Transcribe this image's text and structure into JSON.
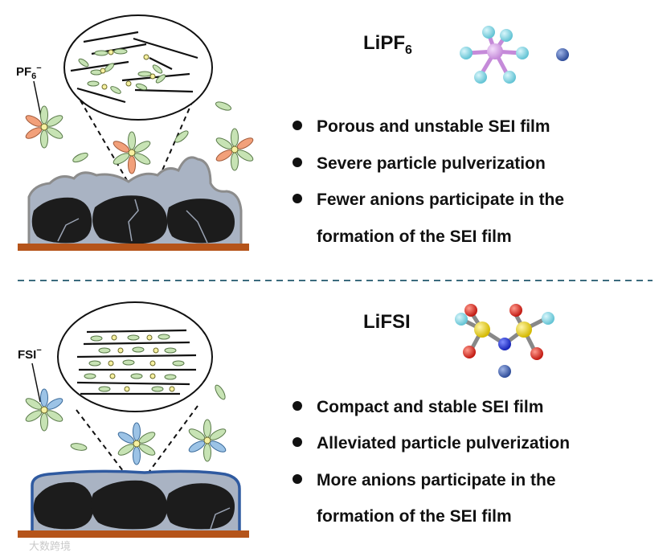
{
  "top": {
    "salt_label": "LiPF",
    "salt_subscript": "6",
    "anion_label": "PF",
    "anion_subscript": "6",
    "anion_superscript": "−",
    "bullets": [
      "Porous and unstable SEI film",
      "Severe particle pulverization",
      "Fewer anions participate in the",
      "formation of the SEI film"
    ],
    "colors": {
      "sei": "#a9b3c3",
      "sei_edge": "#8c8c8c",
      "anion_arm": "#f2a07a",
      "molecule_center": "#d7a4e6",
      "molecule_f": "#7fd8e6"
    }
  },
  "bottom": {
    "salt_label": "LiFSI",
    "anion_label": "FSI",
    "anion_superscript": "−",
    "bullets": [
      "Compact and stable SEI film",
      "Alleviated particle pulverization",
      "More anions participate in the",
      "formation of the SEI film"
    ],
    "colors": {
      "sei": "#a9b3c3",
      "sei_edge": "#2f5aa0",
      "anion_arm": "#9cc3e6",
      "molecule_s": "#e8d21a",
      "molecule_o": "#e0201a",
      "molecule_n": "#1d2bd6",
      "molecule_f": "#7fd8e6"
    }
  },
  "watermark": "大数跨境",
  "colors": {
    "current_collector": "#b5541a",
    "particle": "#1c1c1c",
    "solvent_lobe": "#c7e3b4",
    "li_ion": "#4a6bb3",
    "divider": "#3b6b7d"
  }
}
